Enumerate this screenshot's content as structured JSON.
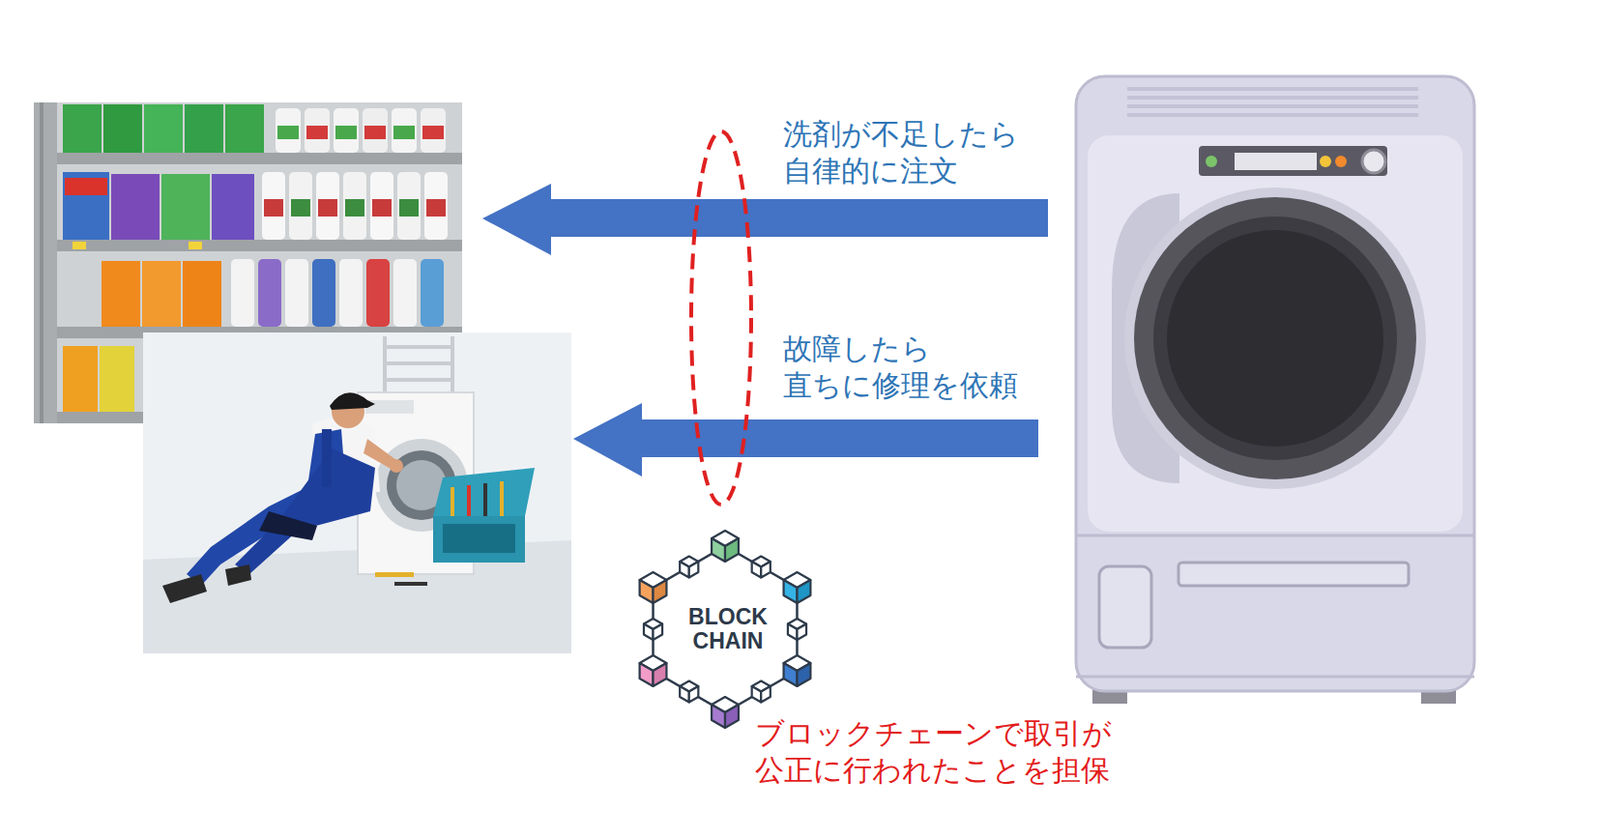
{
  "diagram": {
    "nodes": [
      {
        "text": [
          "BLOCK CHAIN"
        ]
      }
    ],
    "labels": [
      "洗剤が不足したら 自律的に注文",
      "故障したら 直ちに修理を依頼",
      "ブロックチェーンで取引が 公正に行われたことを担保"
    ]
  }
}
